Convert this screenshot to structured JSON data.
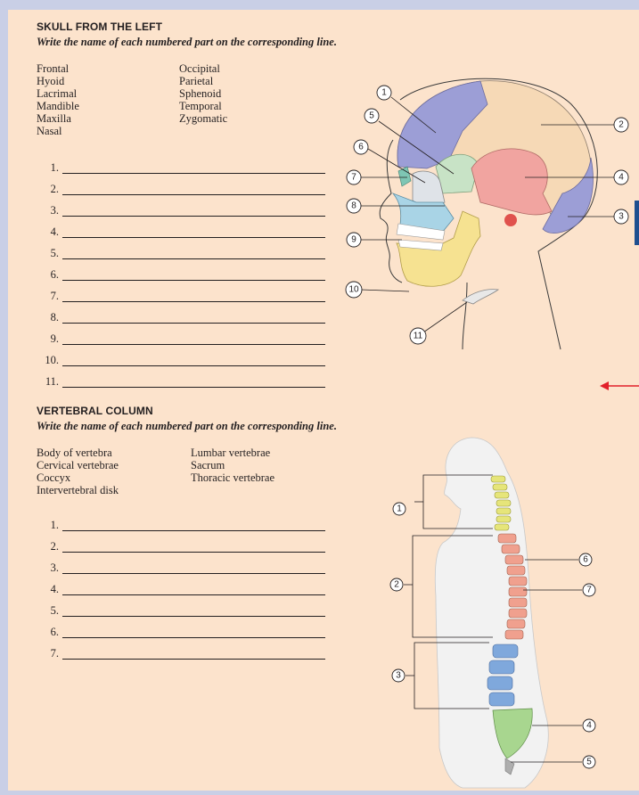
{
  "skull": {
    "heading": "SKULL FROM THE LEFT",
    "instruction": "Write the name of each numbered part on the corresponding line.",
    "terms": [
      "Frontal",
      "Hyoid",
      "Lacrimal",
      "Mandible",
      "Maxilla",
      "Nasal",
      "Occipital",
      "Parietal",
      "Sphenoid",
      "Temporal",
      "Zygomatic"
    ],
    "line_numbers": [
      "1.",
      "2.",
      "3.",
      "4.",
      "5.",
      "6.",
      "7.",
      "8.",
      "9.",
      "10.",
      "11."
    ],
    "callouts": [
      "1",
      "2",
      "3",
      "4",
      "5",
      "6",
      "7",
      "8",
      "9",
      "10",
      "11"
    ]
  },
  "vertebral": {
    "heading": "VERTEBRAL COLUMN",
    "instruction": "Write the name of each numbered part on the corresponding line.",
    "terms": [
      "Body of vertebra",
      "Cervical vertebrae",
      "Coccyx",
      "Intervertebral disk",
      "Lumbar vertebrae",
      "Sacrum",
      "Thoracic vertebrae"
    ],
    "line_numbers": [
      "1.",
      "2.",
      "3.",
      "4.",
      "5.",
      "6.",
      "7."
    ],
    "callouts": [
      "1",
      "2",
      "3",
      "4",
      "5",
      "6",
      "7"
    ]
  },
  "colors": {
    "page_bg": "#fce3cc",
    "margin_bg": "#c9cfe6",
    "frontal": "#f6d9b6",
    "parietal": "#f6d9b6",
    "occipital": "#9c9ed6",
    "temporal": "#f1a4a0",
    "sphenoid": "#c8e3c6",
    "maxilla": "#a9d4e6",
    "mandible": "#f6e291",
    "cervical": "#e6e57a",
    "thoracic": "#f0a08e",
    "lumbar": "#7fa8dc",
    "sacrum": "#a8d68f",
    "red_arrow": "#e2202a"
  }
}
